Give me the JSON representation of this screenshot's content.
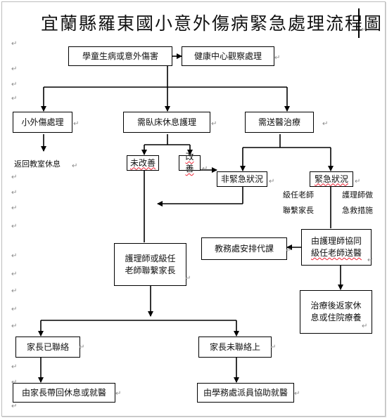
{
  "title": "宜蘭縣羅東國小意外傷病緊急處理流程圖",
  "para_mark": "↵",
  "boxes": {
    "student_sick": "學童生病或意外傷害",
    "health_center": "健康中心觀察處理",
    "minor_injury": "小外傷處理",
    "need_rest": "需臥床休息護理",
    "need_hospital": "需送醫治療",
    "not_improved": "未改善",
    "improved": "改善",
    "non_emergency": "非緊急狀況",
    "emergency": "緊急狀況",
    "nurse_contact": [
      "護理師或級任",
      "老師聯繫家長"
    ],
    "academic_substitute": "教務處安排代課",
    "nurse_escort": [
      "由護理師協同",
      "級任老師送醫"
    ],
    "after_treatment": [
      "治療後返家休",
      "息或住院療養"
    ],
    "parent_contacted": "家長已聯絡",
    "parent_not_contacted": "家長未聯絡上",
    "parent_takes_home": "由家長帶回休息或就醫",
    "office_assist": "由學務處派員協助就醫"
  },
  "texts": {
    "return_class": "返回教室休息",
    "teacher_contact": [
      "級任老師",
      "聯繫家長"
    ],
    "nurse_first_aid": [
      "護理師做",
      "急救措施"
    ]
  }
}
